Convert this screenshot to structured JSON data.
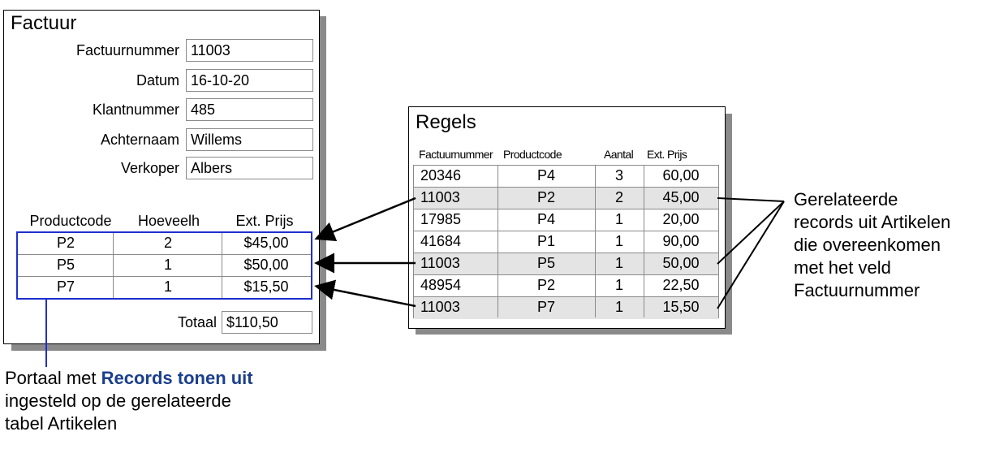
{
  "factuur": {
    "title": "Factuur",
    "fields": [
      {
        "label": "Factuurnummer",
        "value": "11003"
      },
      {
        "label": "Datum",
        "value": "16-10-20"
      },
      {
        "label": "Klantnummer",
        "value": "485"
      },
      {
        "label": "Achternaam",
        "value": "Willems"
      },
      {
        "label": "Verkoper",
        "value": "Albers"
      }
    ],
    "portal": {
      "headers": [
        "Productcode",
        "Hoeveelh",
        "Ext. Prijs"
      ],
      "rows": [
        [
          "P2",
          "2",
          "$45,00"
        ],
        [
          "P5",
          "1",
          "$50,00"
        ],
        [
          "P7",
          "1",
          "$15,50"
        ]
      ]
    },
    "total_label": "Totaal",
    "total_value": "$110,50"
  },
  "regels": {
    "title": "Regels",
    "headers": [
      "Factuurnummer",
      "Productcode",
      "Aantal",
      "Ext. Prijs"
    ],
    "rows": [
      {
        "cells": [
          "20346",
          "P4",
          "3",
          "60,00"
        ],
        "match": false
      },
      {
        "cells": [
          "11003",
          "P2",
          "2",
          "45,00"
        ],
        "match": true
      },
      {
        "cells": [
          "17985",
          "P4",
          "1",
          "20,00"
        ],
        "match": false
      },
      {
        "cells": [
          "41684",
          "P1",
          "1",
          "90,00"
        ],
        "match": false
      },
      {
        "cells": [
          "11003",
          "P5",
          "1",
          "50,00"
        ],
        "match": true
      },
      {
        "cells": [
          "48954",
          "P2",
          "1",
          "22,50"
        ],
        "match": false
      },
      {
        "cells": [
          "11003",
          "P7",
          "1",
          "15,50"
        ],
        "match": true
      }
    ]
  },
  "annotation_right": [
    "Gerelateerde",
    "records uit Artikelen",
    "die overeenkomen",
    "met het veld",
    "Factuurnummer"
  ],
  "caption": {
    "prefix": "Portaal met ",
    "highlight": "Records tonen uit",
    "line2": "ingesteld op de gerelateerde",
    "line3": "tabel Artikelen"
  },
  "colors": {
    "portal_border": "#1f2fd0",
    "highlight_text": "#1b3f8c",
    "match_row": "#e4e4e4",
    "shadow": "#8a8a8a"
  }
}
